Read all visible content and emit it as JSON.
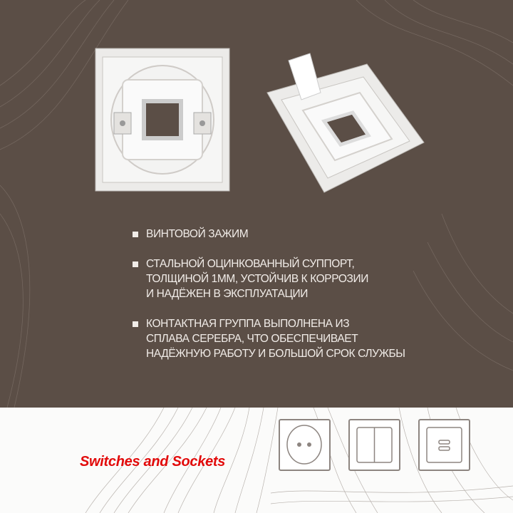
{
  "features": [
    {
      "lines": [
        "ВИНТОВОЙ ЗАЖИМ"
      ]
    },
    {
      "lines": [
        "СТАЛЬНОЙ ОЦИНКОВАННЫЙ СУППОРТ,",
        "ТОЛЩИНОЙ 1ММ, УСТОЙЧИВ К КОРРОЗИИ",
        "И НАДЁЖЕН В ЭКСПЛУАТАЦИИ"
      ]
    },
    {
      "lines": [
        "КОНТАКТНАЯ ГРУППА ВЫПОЛНЕНА ИЗ",
        "СПЛАВА СЕРЕБРА, ЧТО ОБЕСПЕЧИВАЕТ",
        "НАДЁЖНУЮ РАБОТУ И БОЛЬШОЙ СРОК СЛУЖБЫ"
      ]
    }
  ],
  "brand": "Switches and Sockets",
  "icons": [
    "socket-icon",
    "double-switch-icon",
    "usb-outlet-icon"
  ],
  "colors": {
    "background": "#5b4e46",
    "accent": "#e20a0a",
    "text": "#f1ece8"
  }
}
